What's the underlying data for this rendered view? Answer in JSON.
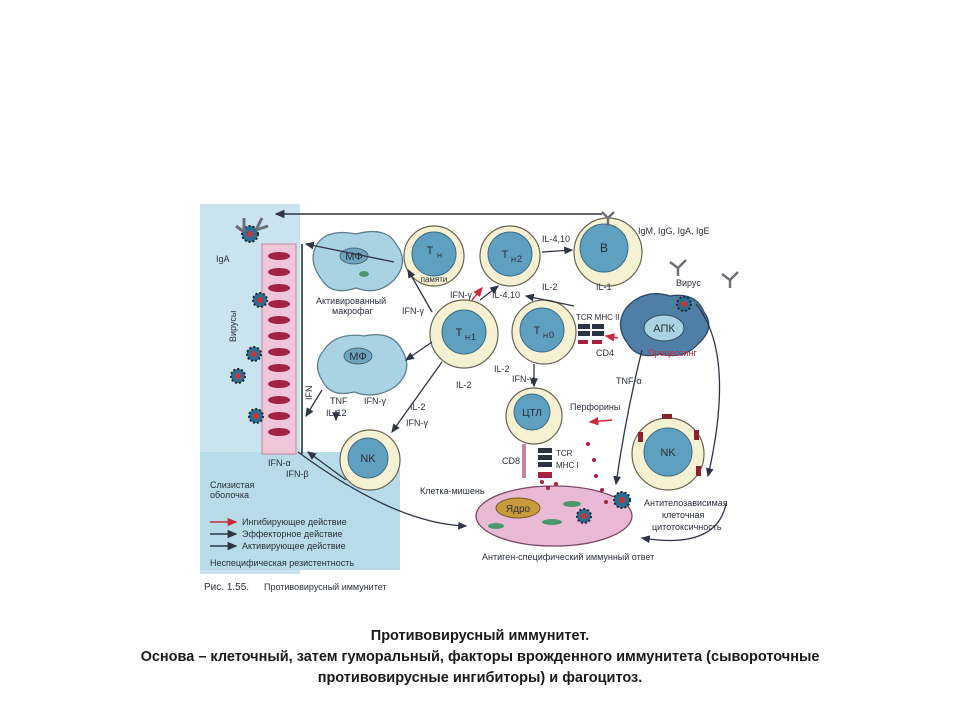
{
  "figure": {
    "cells": {
      "mf_top": "МФ",
      "th_memory": "Т",
      "th_memory_sub": "Н",
      "th_memory_note": "памяти",
      "th2": "Т",
      "th2_sub": "Н",
      "th2_sub2": "2",
      "b": "В",
      "th1": "Т",
      "th1_sub": "Н",
      "th1_sub2": "1",
      "th0": "Т",
      "th0_sub": "Н",
      "th0_sub2": "0",
      "apk": "АПК",
      "mf_mid": "МФ",
      "ctl": "ЦТЛ",
      "nk_left": "NK",
      "nk_right": "NK",
      "nucleus": "Ядро"
    },
    "labels": {
      "iga": "IgA",
      "viruses_vertical": "Вирусы",
      "activated_macrophage_1": "Активированный",
      "activated_macrophage_2": "макрофаг",
      "ifn_gamma_1": "IFN-γ",
      "ifn_gamma_2": "IFN-γ",
      "il_4_10_a": "IL-4,10",
      "il_4_10_b": "IL-4,10",
      "ig_classes": "IgM, IgG, IgA, IgE",
      "il_2_a": "IL-2",
      "il_1": "IL-1",
      "virus": "Вирус",
      "tcr_mhc_ii": "TCR MHC II",
      "cd4": "CD4",
      "processing": "Процессинг",
      "il_2_b": "IL-2",
      "ifn_gamma_3": "IFN-γ",
      "il_2_c": "IL-2",
      "tnf_alpha": "TNF-α",
      "ifn_vertical": "IFN",
      "tnf": "TNF",
      "il_12": "IL-12",
      "ifn_gamma_4": "IFN-γ",
      "il_2_d": "IL-2",
      "ifn_gamma_5": "IFN-γ",
      "perforins": "Перфорины",
      "ifn_alpha": "IFN-α",
      "ifn_beta": "IFN-β",
      "cd8": "CD8",
      "tcr": "TCR",
      "mhc_i": "MHC I",
      "target_cell": "Клетка-мишень",
      "mucosa_1": "Слизистая",
      "mucosa_2": "оболочка",
      "adcc_1": "Антителозависимая",
      "adcc_2": "клеточная",
      "adcc_3": "цитотоксичность",
      "antigen_specific": "Антиген-специфический иммунный ответ",
      "nonspecific": "Неспецифическая резистентность"
    },
    "legend": {
      "inhibiting": "Ингибирующее действие",
      "effector": "Эффекторное действие",
      "activating": "Активирующее действие"
    },
    "fig_caption_num": "Рис. 1.55.",
    "fig_caption_text": "Противовирусный иммунитет",
    "colors": {
      "cell_fill": "#f6f1d2",
      "nucleus_blue": "#5f9fbf",
      "mucosa_blue": "#b7dbe9",
      "macrophage": "#a9d3e3",
      "target_pink": "#e9b9d6",
      "inhibit_red": "#cc2a3a",
      "arrow_dark": "#2f3444"
    }
  },
  "caption": {
    "line1": "Противовирусный иммунитет.",
    "line2": "Основа – клеточный, затем гуморальный, факторы врожденного иммунитета (сывороточные",
    "line3": "противовирусные ингибиторы) и фагоцитоз."
  }
}
